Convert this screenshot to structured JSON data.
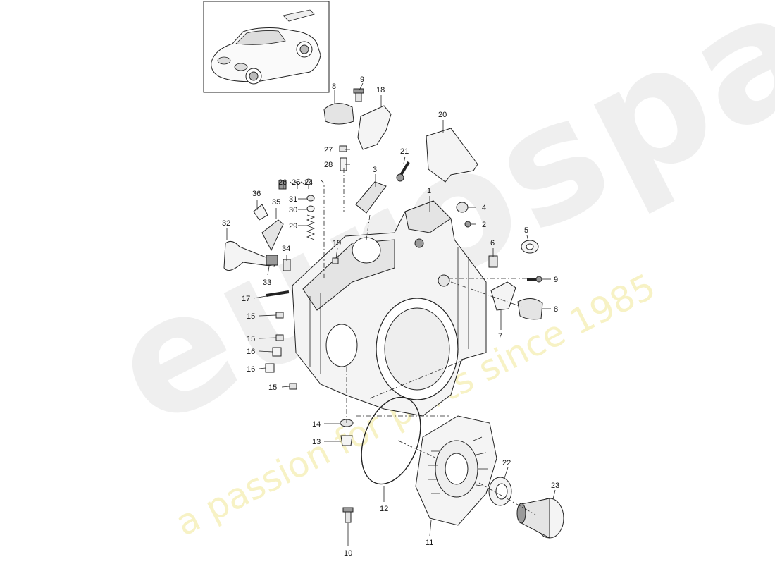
{
  "watermark": {
    "brand": "eurospares",
    "tagline": "a passion for parts since 1985"
  },
  "thumbnail": {
    "icon": "porsche-911-car-icon"
  },
  "callouts": {
    "c1": "1",
    "c2": "2",
    "c3": "3",
    "c4": "4",
    "c5": "5",
    "c6": "6",
    "c7": "7",
    "c8a": "8",
    "c8b": "8",
    "c9a": "9",
    "c9b": "9",
    "c10": "10",
    "c11": "11",
    "c12": "12",
    "c13": "13",
    "c14": "14",
    "c15a": "15",
    "c15b": "15",
    "c15c": "15",
    "c16a": "16",
    "c16b": "16",
    "c17": "17",
    "c18": "18",
    "c19": "19",
    "c20": "20",
    "c21": "21",
    "c22": "22",
    "c23": "23",
    "c24": "24",
    "c25": "25",
    "c26": "26",
    "c27": "27",
    "c28": "28",
    "c29": "29",
    "c30": "30",
    "c31": "31",
    "c32": "32",
    "c33": "33",
    "c34": "34",
    "c35": "35",
    "c36": "36"
  }
}
